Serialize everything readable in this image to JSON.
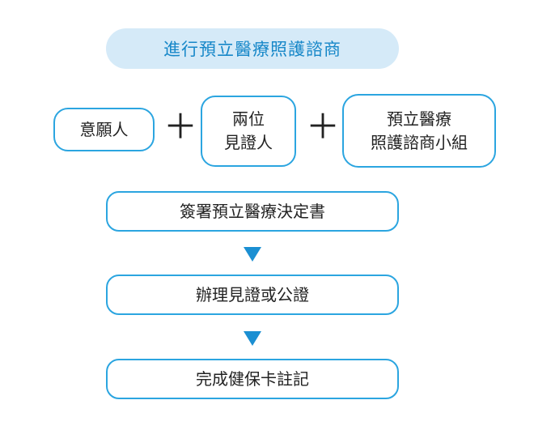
{
  "diagram": {
    "title": "進行預立醫療照護諮商",
    "requirements": {
      "willing_person": "意願人",
      "witness_line1": "兩位",
      "witness_line2": "見證人",
      "team_line1": "預立醫療",
      "team_line2": "照護諮商小組",
      "plus_symbol": "＋"
    },
    "steps": [
      "簽署預立醫療決定書",
      "辦理見證或公證",
      "完成健保卡註記"
    ],
    "colors": {
      "accent": "#2ba5e0",
      "title_bg": "#d5eaf8",
      "title_text": "#1687c8",
      "arrow": "#1b8fd2"
    }
  }
}
